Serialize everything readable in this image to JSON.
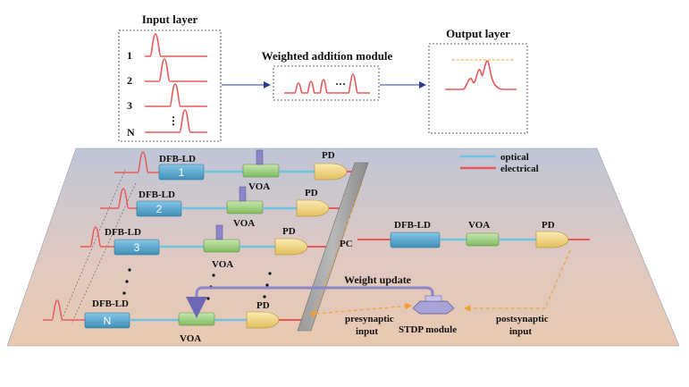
{
  "top": {
    "input_layer_title": "Input layer",
    "input_rows": [
      "1",
      "2",
      "3",
      "N"
    ],
    "input_dots": "⋮",
    "weighted_title": "Weighted addition module",
    "weighted_dots": "···",
    "output_title": "Output layer"
  },
  "legend": {
    "optical": "optical",
    "electrical": "electrical"
  },
  "lanes": [
    {
      "laser": "DFB-LD",
      "num": "1",
      "voa": "VOA",
      "pd": "PD"
    },
    {
      "laser": "DFB-LD",
      "num": "2",
      "voa": "VOA",
      "pd": "PD"
    },
    {
      "laser": "DFB-LD",
      "num": "3",
      "voa": "VOA",
      "pd": "PD"
    },
    {
      "laser": "DFB-LD",
      "num": "N",
      "voa": "VOA",
      "pd": "PD"
    }
  ],
  "pc_label": "PC",
  "post": {
    "laser": "DFB-LD",
    "voa": "VOA",
    "pd": "PD"
  },
  "weight_update": "Weight update",
  "presynaptic_input": [
    "presynaptic",
    "input"
  ],
  "stdp_module": "STDP module",
  "postsynaptic_input": [
    "postsynaptic",
    "input"
  ],
  "colors": {
    "optical": "#6ec3e0",
    "electrical": "#e85a5a",
    "laser": "#5aa9cf",
    "voa": "#9ccf7c",
    "pd": "#f2d98a",
    "dashed_feedback": "#f0a030",
    "weight_path": "#8a86c8"
  }
}
